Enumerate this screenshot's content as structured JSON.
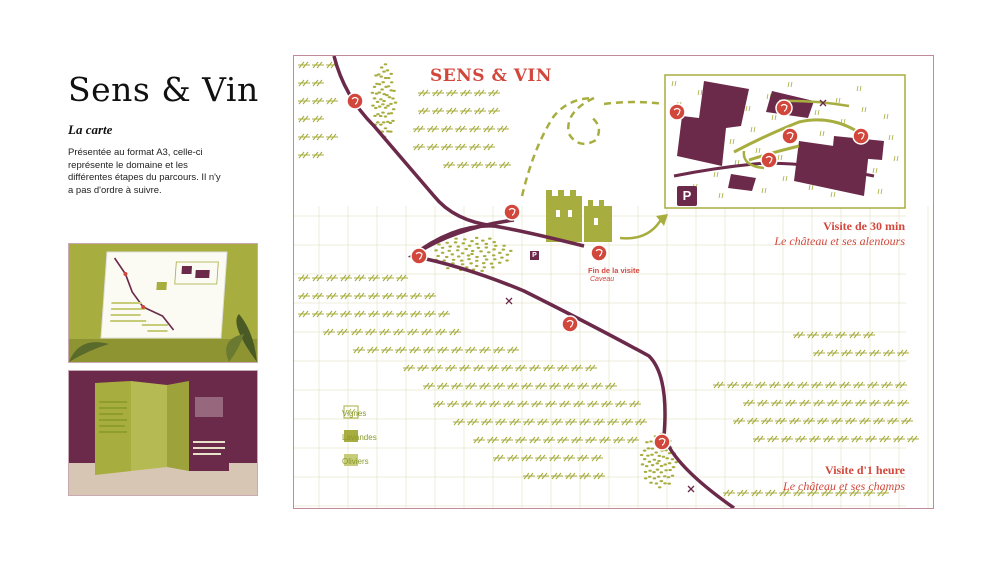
{
  "page": {
    "title": "Sens & Vin",
    "subtitle": "La carte",
    "description": "Présentée au format A3, celle-ci représente le domaine et les différentes étapes du parcours. Il n'y a pas d'ordre à suivre."
  },
  "map": {
    "title": "SENS & VIN",
    "legend": [
      {
        "label": "Vignes",
        "icon": "vine-icon"
      },
      {
        "label": "Lavandes",
        "icon": "lavender-icon"
      },
      {
        "label": "Oliviers",
        "icon": "olive-icon"
      }
    ],
    "visit_30": {
      "title": "Visite de 30 min",
      "subtitle": "Le château et ses alentours"
    },
    "visit_1h": {
      "title": "Visite d'1 heure",
      "subtitle": "Le château et ses champs"
    },
    "end_of_visit": {
      "title": "Fin de la visite",
      "subtitle": "Caveau"
    },
    "parking_label": "P"
  },
  "colors": {
    "burgundy": "#6b2a4a",
    "olive": "#a8ad3f",
    "red": "#d2473c",
    "grid": "#e8ead3"
  }
}
